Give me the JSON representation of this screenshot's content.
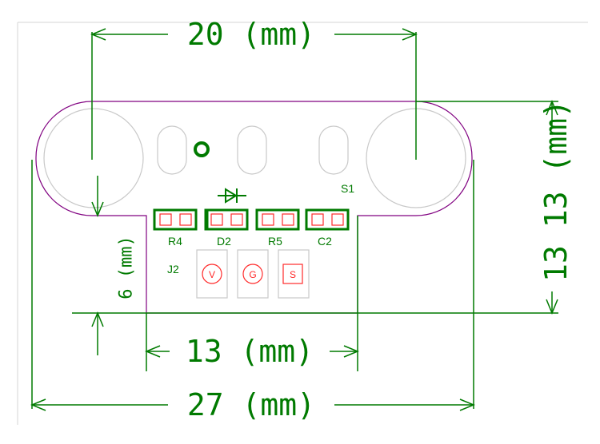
{
  "colors": {
    "dimension": "#007a00",
    "outline": "#800080",
    "hole": "#c8c8c8",
    "pad": "#ff2a2a",
    "frame": "#d0d0d0"
  },
  "dimensions": {
    "top_width": "20 (mm)",
    "right_height": "13 (mm)",
    "right_height_lower": "13",
    "center_width": "13 (mm)",
    "bottom_width": "27 (mm)",
    "left_height": "6 (mm)"
  },
  "components": {
    "r4": "R4",
    "d2": "D2",
    "r5": "R5",
    "c2": "C2",
    "s1": "S1",
    "j2": "J2"
  },
  "pins": {
    "v": "V",
    "g": "G",
    "s": "S"
  }
}
